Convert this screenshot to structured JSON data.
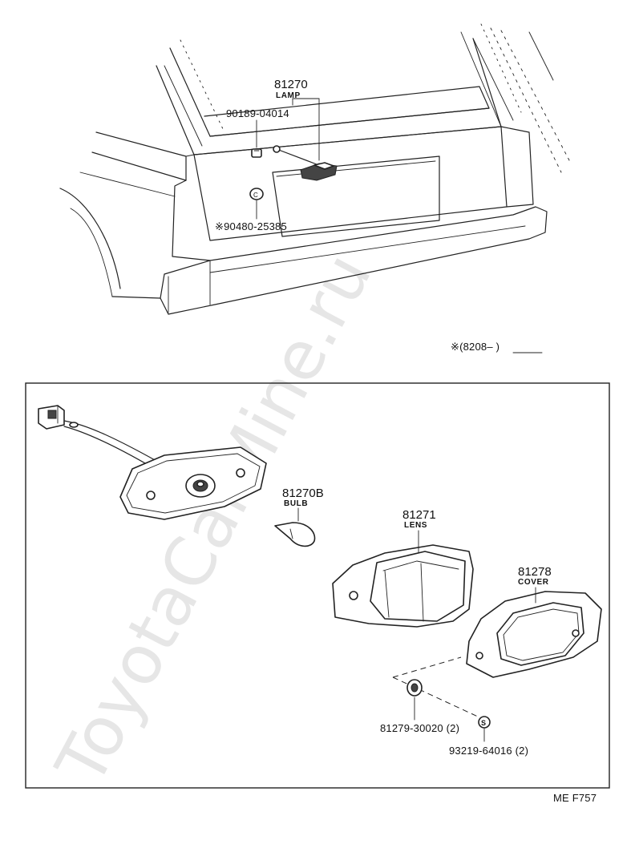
{
  "watermark": "ToyotaCarMine.ru",
  "applicability_note": "※(8208–       )",
  "footer_code": "ME  F757",
  "callouts": {
    "lamp_assy": {
      "number": "81270",
      "name": "LAMP"
    },
    "socket_clip": {
      "number": "90189-04014"
    },
    "grommet": {
      "number": "※90480-25385"
    },
    "bulb": {
      "number": "81270B",
      "name": "BULB"
    },
    "lens": {
      "number": "81271",
      "name": "LENS"
    },
    "cover": {
      "number": "81278",
      "name": "COVER"
    },
    "nut": {
      "number": "81279-30020 (2)"
    },
    "screw": {
      "number": "93219-64016 (2)",
      "symbol": "S"
    },
    "grommet_mark": "C"
  }
}
